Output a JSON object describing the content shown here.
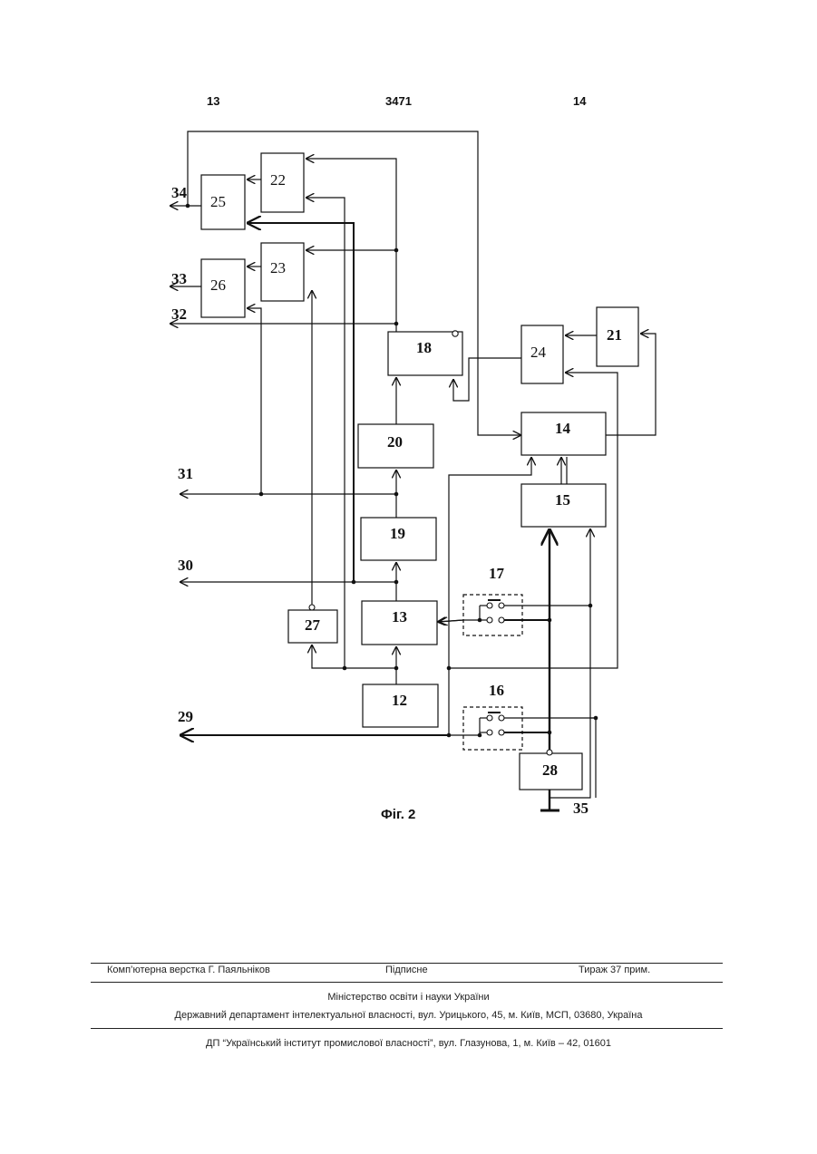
{
  "header": {
    "left_page": "13",
    "patent_number": "3471",
    "right_page": "14"
  },
  "diagram": {
    "caption": "Фіг. 2",
    "blocks": {
      "b12": "12",
      "b13": "13",
      "b14": "14",
      "b15": "15",
      "b16": "16",
      "b17": "17",
      "b18": "18",
      "b19": "19",
      "b20": "20",
      "b21": "21",
      "b22": "22",
      "b23": "23",
      "b24": "24",
      "b25": "25",
      "b26": "26",
      "b27": "27",
      "b28": "28"
    },
    "ports": {
      "p29": "29",
      "p30": "30",
      "p31": "31",
      "p32": "32",
      "p33": "33",
      "p34": "34",
      "p35": "35"
    }
  },
  "footer": {
    "layout": "Комп’ютерна верстка Г. Паяльніков",
    "signed": "Підписне",
    "circulation": "Тираж 37 прим.",
    "ministry": "Міністерство освіти і науки України",
    "department": "Державний департамент інтелектуальної власності, вул. Урицького, 45, м. Київ, МСП, 03680, Україна",
    "institute": "ДП “Український інститут промислової власності”, вул. Глазунова, 1, м. Київ – 42, 01601"
  }
}
